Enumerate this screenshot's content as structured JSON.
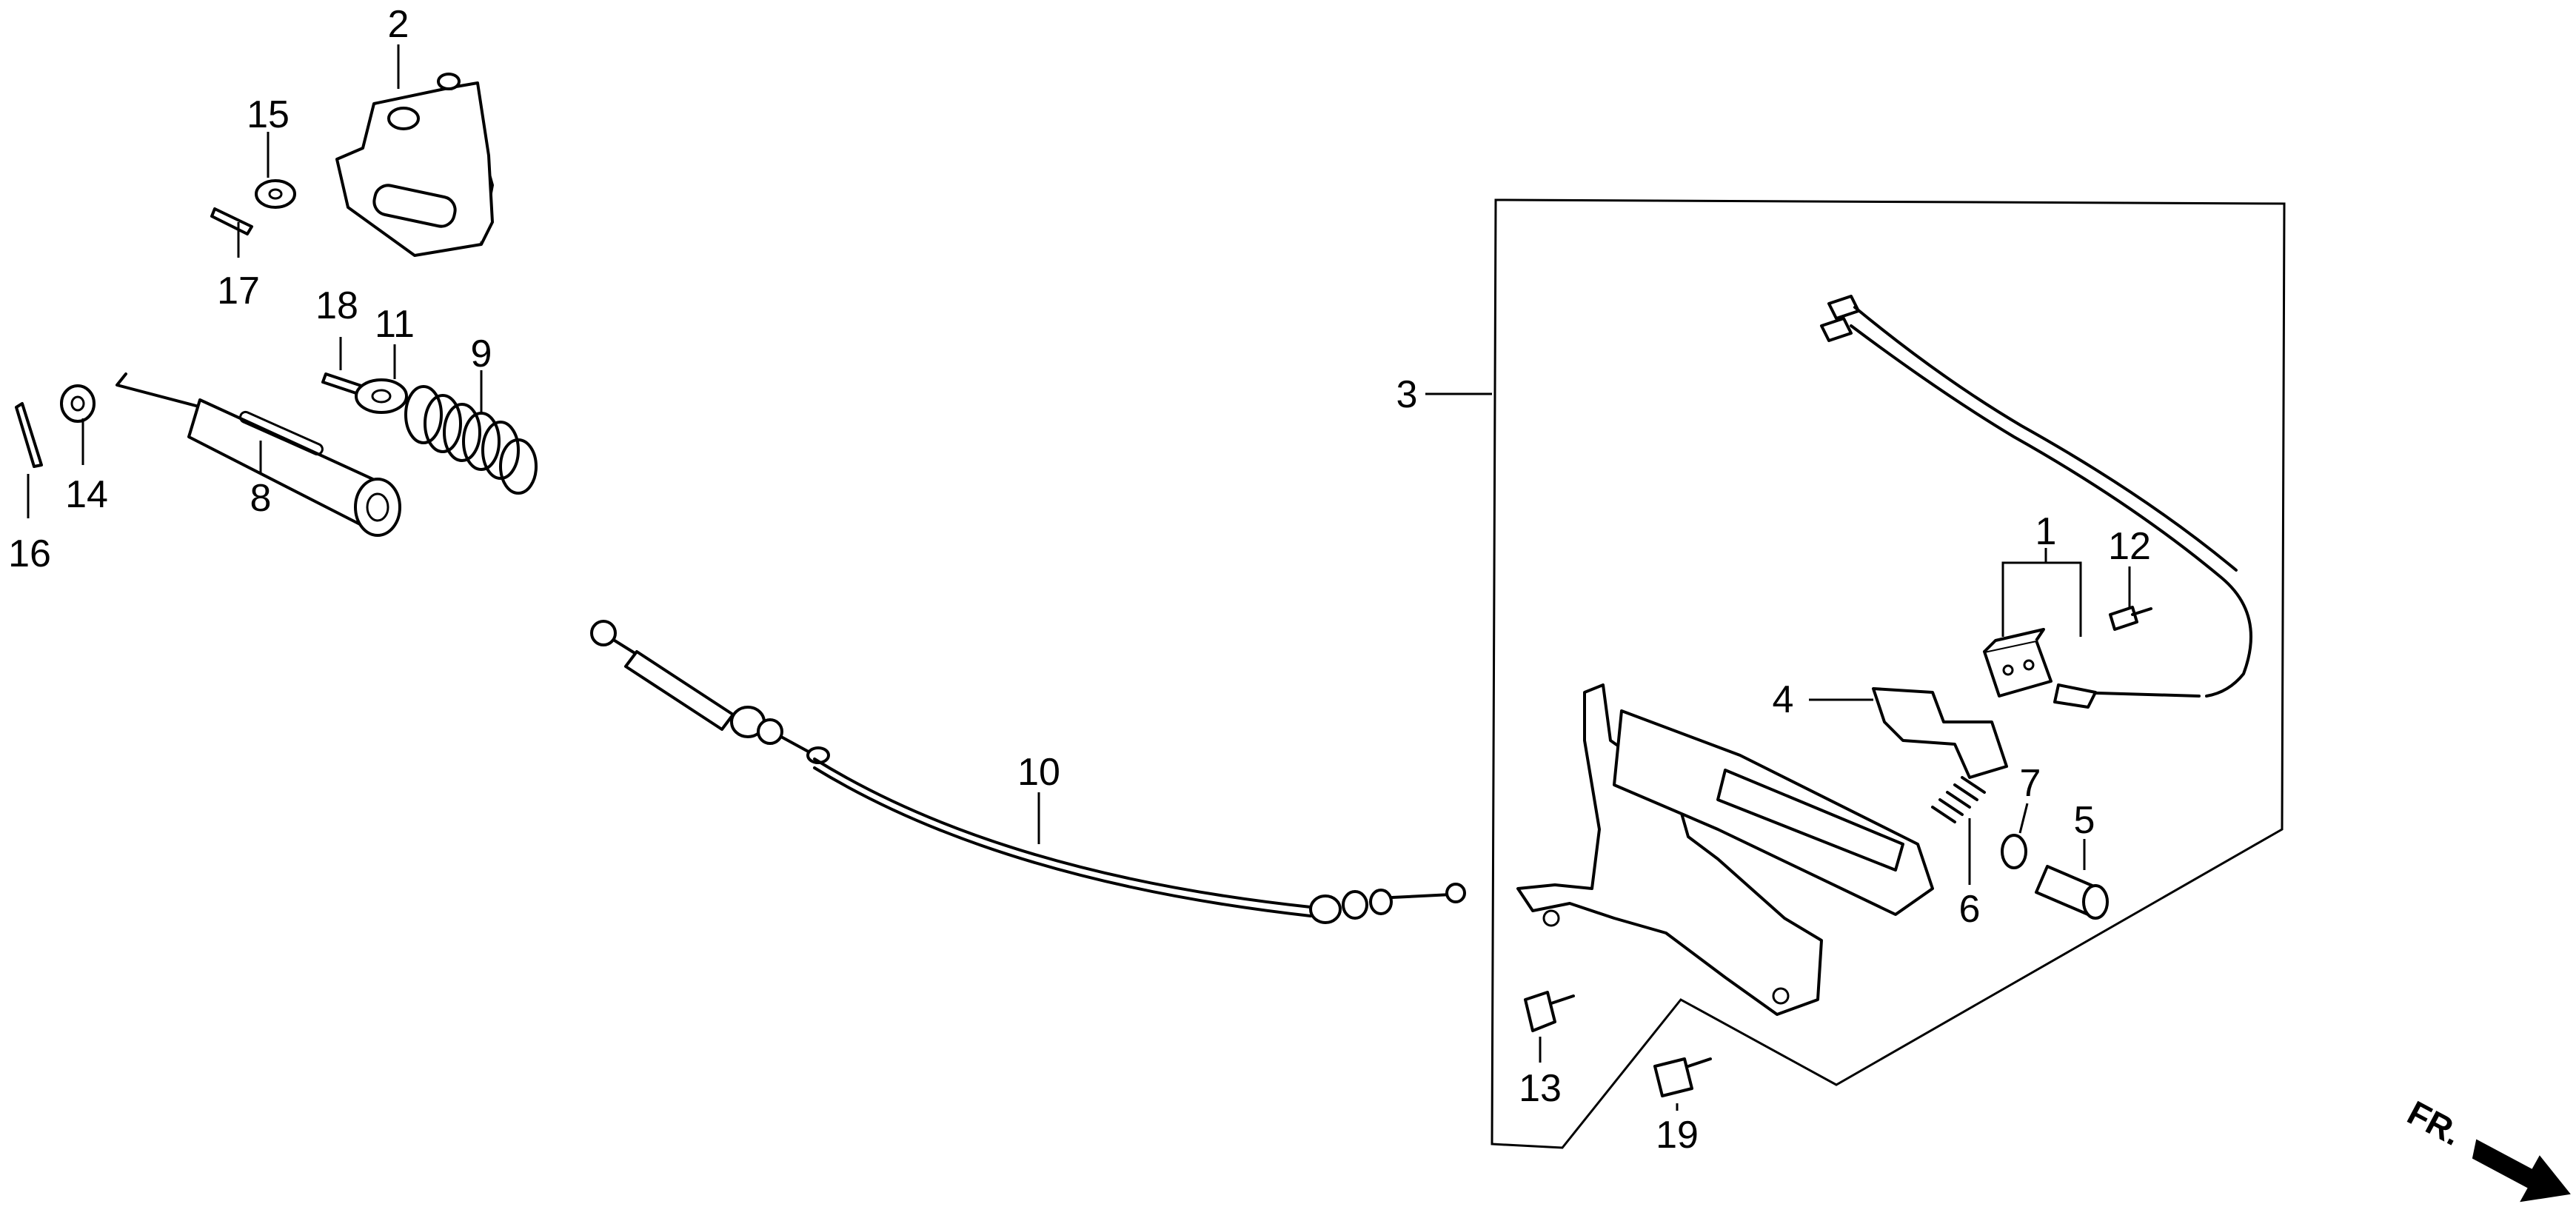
{
  "callouts": [
    "1",
    "2",
    "3",
    "4",
    "5",
    "6",
    "7",
    "8",
    "9",
    "10",
    "11",
    "12",
    "13",
    "14",
    "15",
    "16",
    "17",
    "18",
    "19"
  ],
  "front_marker": "FR."
}
